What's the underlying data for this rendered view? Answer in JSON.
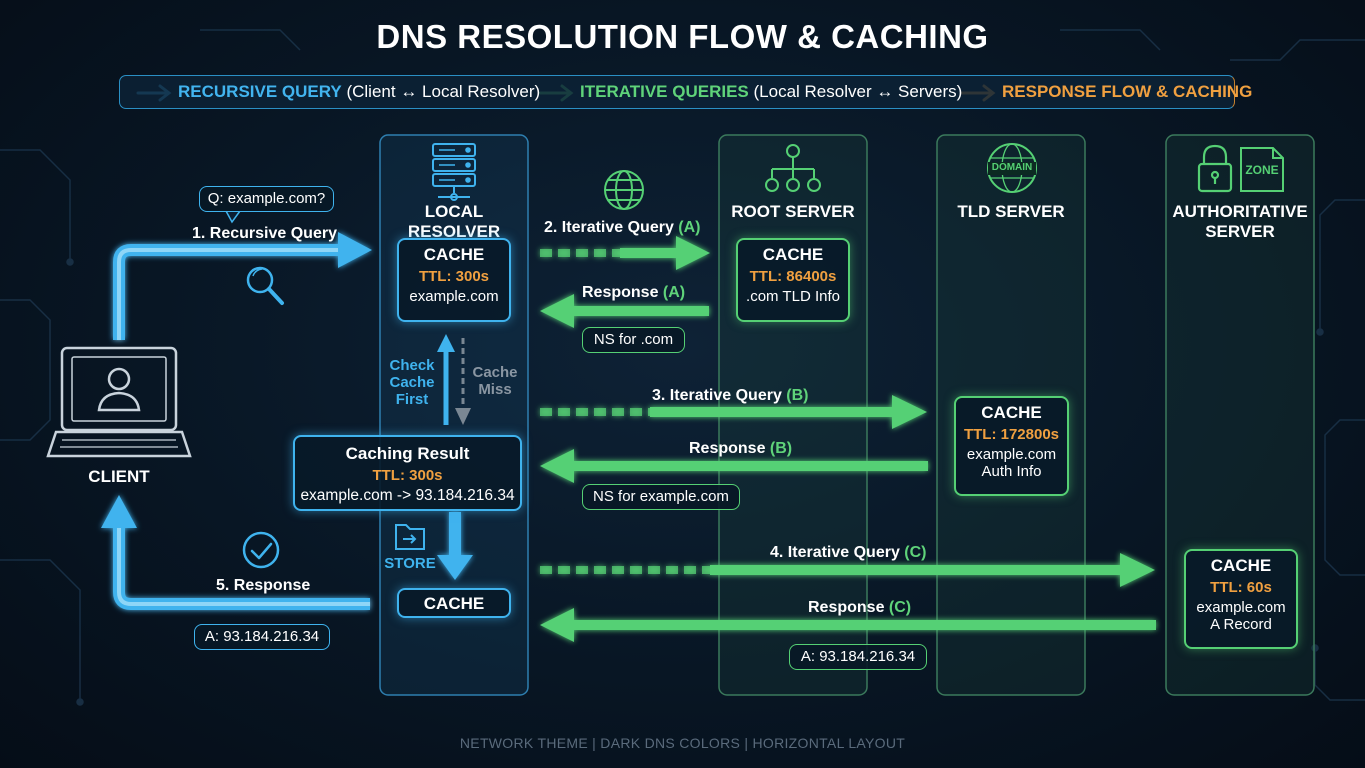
{
  "title": "DNS RESOLUTION FLOW & CACHING",
  "legend": {
    "recursive": {
      "bold": "RECURSIVE QUERY",
      "rest": "(Client ↔ Local Resolver)",
      "color": "#42b4ef"
    },
    "iterative": {
      "bold": "ITERATIVE QUERIES",
      "rest": "(Local Resolver ↔ Servers)",
      "color": "#5fd37a"
    },
    "response": {
      "bold": "RESPONSE",
      "rest": "FLOW & CACHING",
      "color": "#f0a040"
    }
  },
  "client": {
    "label": "CLIENT",
    "icon": "laptop-user-icon"
  },
  "columns": {
    "local_resolver": {
      "label": "LOCAL RESOLVER",
      "icon": "server-rack-icon"
    },
    "root": {
      "label": "ROOT SERVER",
      "icon": "hierarchy-icon"
    },
    "tld": {
      "label": "TLD SERVER",
      "icon": "domain-globe-icon",
      "icon_text": "DOMAIN"
    },
    "auth": {
      "label_line1": "AUTHORITATIVE",
      "label_line2": "SERVER",
      "icons": [
        "padlock-icon",
        "zone-file-icon"
      ],
      "zone_text": "ZONE"
    }
  },
  "caches": {
    "resolver": {
      "title": "CACHE",
      "ttl": "TTL: 300s",
      "desc": "example.com"
    },
    "root": {
      "title": "CACHE",
      "ttl": "TTL: 86400s",
      "desc": ".com TLD Info"
    },
    "tld": {
      "title": "CACHE",
      "ttl": "TTL: 172800s",
      "desc1": "example.com",
      "desc2": "Auth Info"
    },
    "auth": {
      "title": "CACHE",
      "ttl": "TTL: 60s",
      "desc1": "example.com",
      "desc2": "A Record"
    },
    "store_target": {
      "title": "CACHE"
    }
  },
  "caching_result": {
    "title": "Caching Result",
    "ttl": "TTL: 300s",
    "mapping": "example.com -> 93.184.216.34"
  },
  "flows": {
    "q_bubble": "Q: example.com?",
    "recursive": "1. Recursive Query",
    "iter_a": {
      "main": "2. Iterative Query",
      "tag": "(A)"
    },
    "resp_a": {
      "main": "Response",
      "tag": "(A)"
    },
    "ns_com": "NS for .com",
    "iter_b": {
      "main": "3. Iterative Query",
      "tag": "(B)"
    },
    "resp_b": {
      "main": "Response",
      "tag": "(B)"
    },
    "ns_example": "NS for example.com",
    "iter_c": {
      "main": "4. Iterative Query",
      "tag": "(C)"
    },
    "resp_c": {
      "main": "Response",
      "tag": "(C)"
    },
    "a_record_c": "A: 93.184.216.34",
    "response_5": "5. Response",
    "a_record_client": "A: 93.184.216.34"
  },
  "check_cache": {
    "line1": "Check",
    "line2": "Cache",
    "line3": "First"
  },
  "cache_miss": {
    "line1": "Cache",
    "line2": "Miss"
  },
  "store": {
    "label": "STORE",
    "icon": "store-folder-icon"
  },
  "icons": {
    "search": "magnifier-icon",
    "check": "checkmark-circle-icon",
    "globe": "globe-icon"
  },
  "footer": "NETWORK THEME  |  DARK DNS COLORS  |  HORIZONTAL LAYOUT",
  "colors": {
    "blue": "#3fb3ee",
    "green": "#55d074",
    "orange": "#f0a040",
    "background": "#081624"
  }
}
